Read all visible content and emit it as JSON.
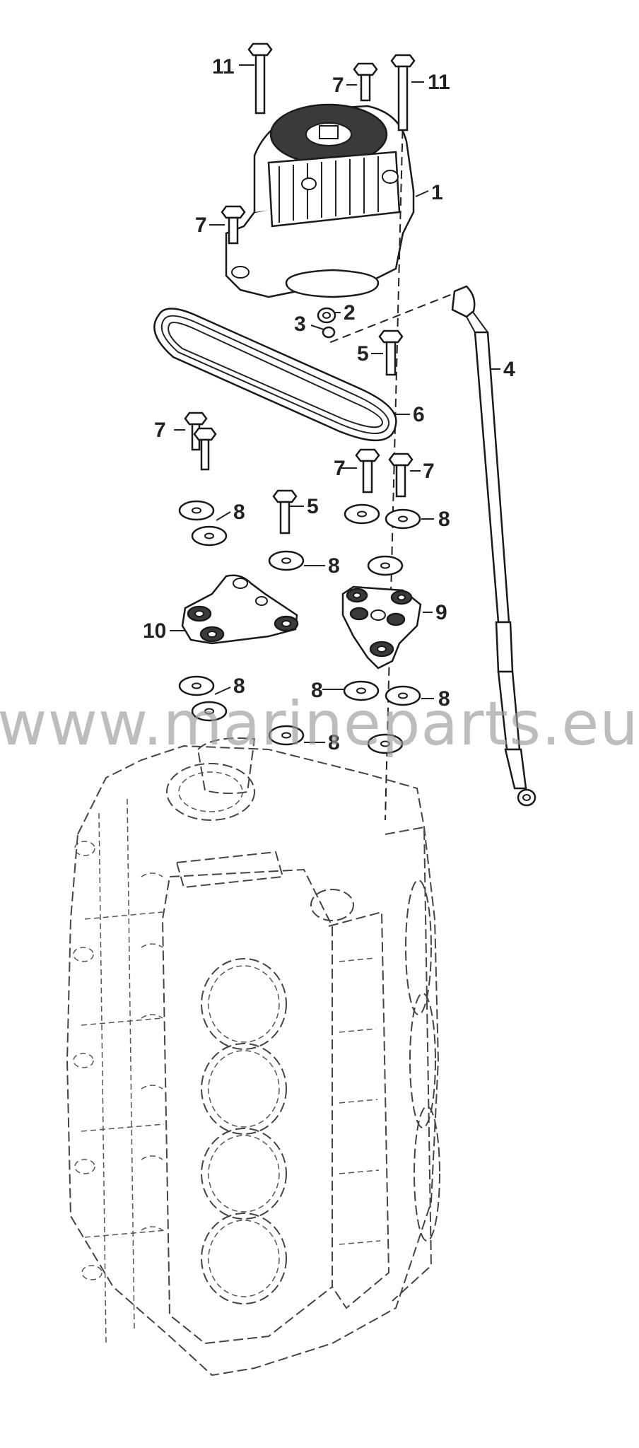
{
  "diagram": {
    "watermark": "www.marineparts.eu",
    "callouts": {
      "c1": "1",
      "c2": "2",
      "c3": "3",
      "c4": "4",
      "c5a": "5",
      "c5b": "5",
      "c6": "6",
      "c7a": "7",
      "c7b": "7",
      "c7c": "7",
      "c7d": "7",
      "c7e": "7",
      "c8a": "8",
      "c8b": "8",
      "c8c": "8",
      "c8d": "8",
      "c8e": "8",
      "c8f": "8",
      "c8g": "8",
      "c9": "9",
      "c10": "10",
      "c11a": "11",
      "c11b": "11"
    }
  }
}
